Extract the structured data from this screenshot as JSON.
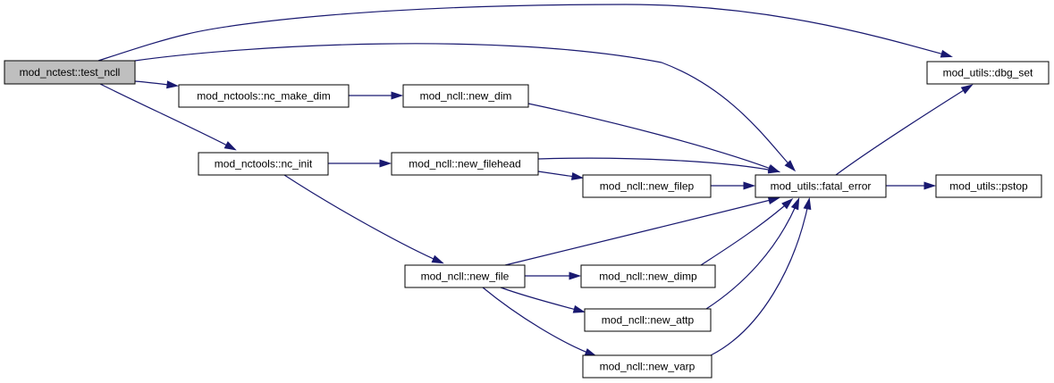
{
  "colors": {
    "edge": "#191970",
    "root_fill": "#bfbfbf",
    "node_fill": "#ffffff",
    "border": "#000000"
  },
  "nodes": [
    {
      "id": "test_ncll",
      "label": "mod_nctest::test_ncll",
      "root": true
    },
    {
      "id": "nc_make_dim",
      "label": "mod_nctools::nc_make_dim"
    },
    {
      "id": "new_dim",
      "label": "mod_ncll::new_dim"
    },
    {
      "id": "nc_init",
      "label": "mod_nctools::nc_init"
    },
    {
      "id": "new_filehead",
      "label": "mod_ncll::new_filehead"
    },
    {
      "id": "new_filep",
      "label": "mod_ncll::new_filep"
    },
    {
      "id": "fatal_error",
      "label": "mod_utils::fatal_error"
    },
    {
      "id": "pstop",
      "label": "mod_utils::pstop"
    },
    {
      "id": "dbg_set",
      "label": "mod_utils::dbg_set"
    },
    {
      "id": "new_file",
      "label": "mod_ncll::new_file"
    },
    {
      "id": "new_dimp",
      "label": "mod_ncll::new_dimp"
    },
    {
      "id": "new_attp",
      "label": "mod_ncll::new_attp"
    },
    {
      "id": "new_varp",
      "label": "mod_ncll::new_varp"
    }
  ],
  "edges": [
    {
      "from": "test_ncll",
      "to": "dbg_set"
    },
    {
      "from": "test_ncll",
      "to": "fatal_error"
    },
    {
      "from": "test_ncll",
      "to": "nc_make_dim"
    },
    {
      "from": "test_ncll",
      "to": "nc_init"
    },
    {
      "from": "nc_make_dim",
      "to": "new_dim"
    },
    {
      "from": "new_dim",
      "to": "fatal_error"
    },
    {
      "from": "nc_init",
      "to": "new_filehead"
    },
    {
      "from": "nc_init",
      "to": "new_file"
    },
    {
      "from": "new_filehead",
      "to": "fatal_error"
    },
    {
      "from": "new_filehead",
      "to": "new_filep"
    },
    {
      "from": "new_filep",
      "to": "fatal_error"
    },
    {
      "from": "fatal_error",
      "to": "dbg_set"
    },
    {
      "from": "fatal_error",
      "to": "pstop"
    },
    {
      "from": "new_file",
      "to": "fatal_error"
    },
    {
      "from": "new_file",
      "to": "new_dimp"
    },
    {
      "from": "new_file",
      "to": "new_attp"
    },
    {
      "from": "new_file",
      "to": "new_varp"
    },
    {
      "from": "new_dimp",
      "to": "fatal_error"
    },
    {
      "from": "new_attp",
      "to": "fatal_error"
    },
    {
      "from": "new_varp",
      "to": "fatal_error"
    }
  ]
}
